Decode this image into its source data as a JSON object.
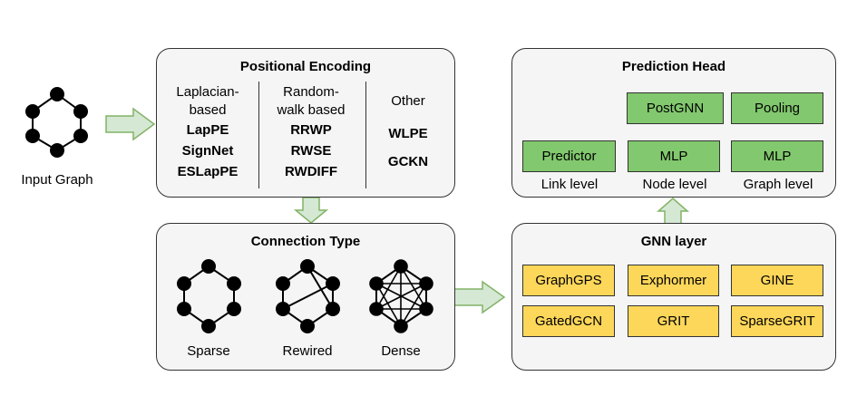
{
  "input_graph": {
    "label": "Input Graph"
  },
  "positional_encoding": {
    "title": "Positional Encoding",
    "columns": [
      {
        "header": [
          "Laplacian-",
          "based"
        ],
        "items": [
          "LapPE",
          "SignNet",
          "ESLapPE"
        ]
      },
      {
        "header": [
          "Random-",
          "walk based"
        ],
        "items": [
          "RRWP",
          "RWSE",
          "RWDIFF"
        ]
      },
      {
        "header": [
          "Other"
        ],
        "items": [
          "WLPE",
          "GCKN"
        ]
      }
    ]
  },
  "connection_type": {
    "title": "Connection Type",
    "labels": [
      "Sparse",
      "Rewired",
      "Dense"
    ]
  },
  "prediction_head": {
    "title": "Prediction Head",
    "postgnn": "PostGNN",
    "pooling": "Pooling",
    "predictor": "Predictor",
    "mlp_node": "MLP",
    "mlp_graph": "MLP",
    "levels": [
      "Link level",
      "Node level",
      "Graph level"
    ]
  },
  "gnn_layer": {
    "title": "GNN layer",
    "layers": [
      "GraphGPS",
      "Exphormer",
      "GINE",
      "GatedGCN",
      "GRIT",
      "SparseGRIT"
    ]
  },
  "colors": {
    "panel_fill": "#f5f5f5",
    "green_box": "#82c86e",
    "yellow_box": "#fdd75a",
    "arrow_fill": "#d5e8d4",
    "arrow_stroke": "#82b366"
  }
}
